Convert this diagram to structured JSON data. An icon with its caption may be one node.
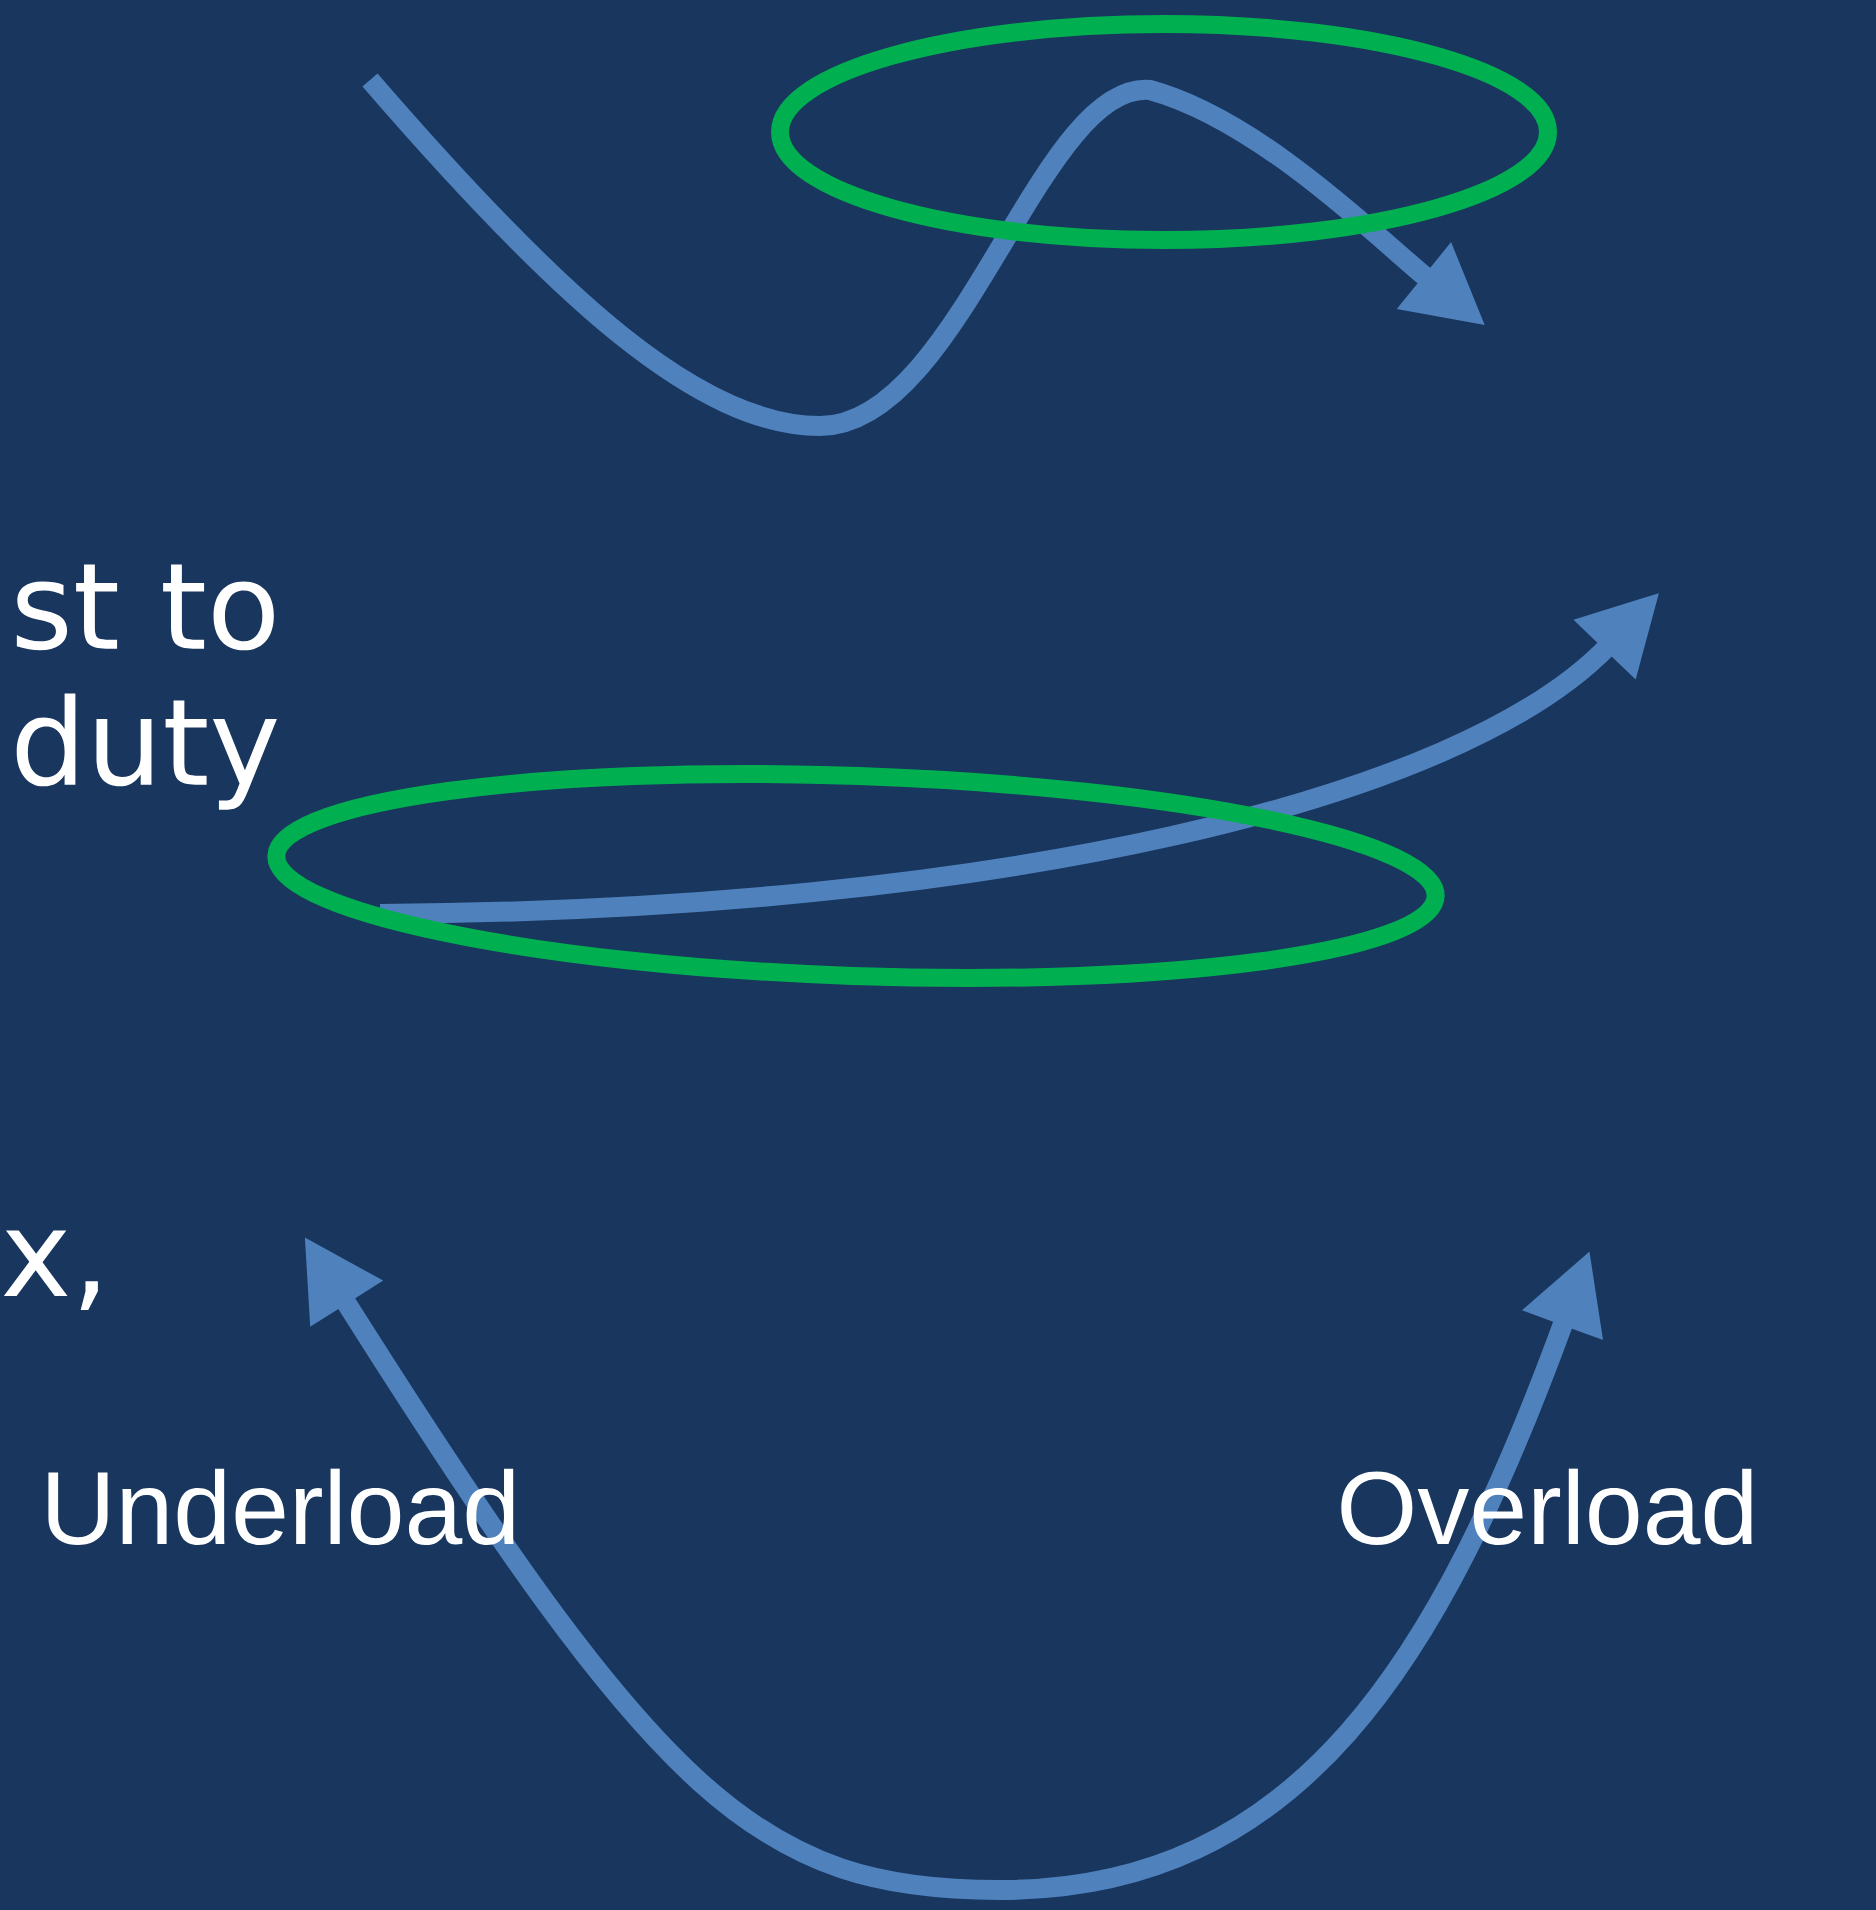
{
  "diagram": {
    "labels": [
      "st to duty",
      "x,",
      "Underload",
      "Overload"
    ]
  }
}
